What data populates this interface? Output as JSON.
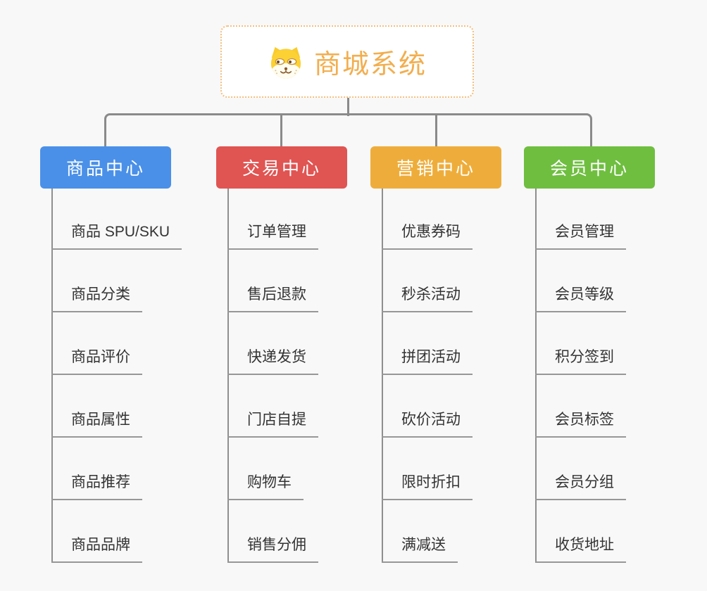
{
  "app": {
    "background_color": "#F8F8F8",
    "connector_color": "#8A8A8A"
  },
  "root": {
    "title": "商城系统",
    "icon": "shiba-dog-icon",
    "text_color": "#F2AE4E",
    "border_color": "#F5BE7C",
    "background_color": "#FFFFFF"
  },
  "branches": [
    {
      "label": "商品中心",
      "color": "#4A90E8",
      "items": [
        "商品 SPU/SKU",
        "商品分类",
        "商品评价",
        "商品属性",
        "商品推荐",
        "商品品牌"
      ]
    },
    {
      "label": "交易中心",
      "color": "#E05452",
      "items": [
        "订单管理",
        "售后退款",
        "快递发货",
        "门店自提",
        "购物车",
        "销售分佣"
      ]
    },
    {
      "label": "营销中心",
      "color": "#EEAD3B",
      "items": [
        "优惠券码",
        "秒杀活动",
        "拼团活动",
        "砍价活动",
        "限时折扣",
        "满减送"
      ]
    },
    {
      "label": "会员中心",
      "color": "#6FBE40",
      "items": [
        "会员管理",
        "会员等级",
        "积分签到",
        "会员标签",
        "会员分组",
        "收货地址"
      ]
    }
  ]
}
